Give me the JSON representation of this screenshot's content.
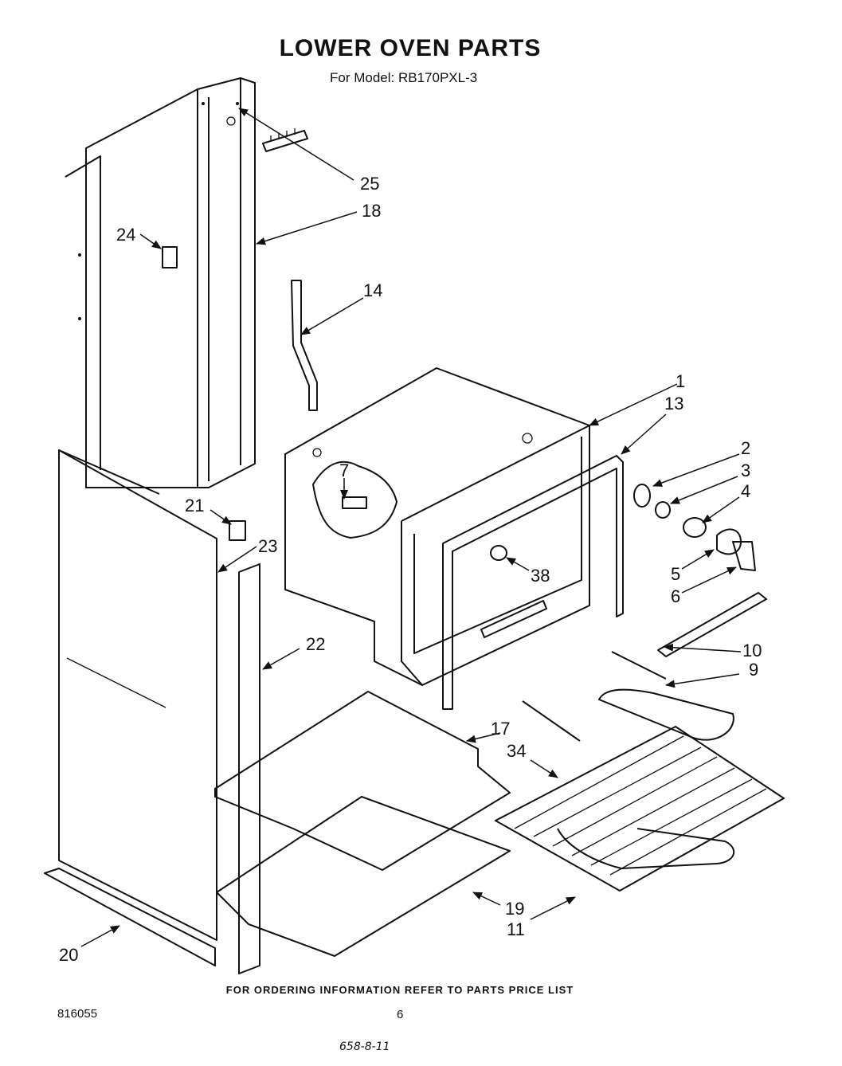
{
  "header": {
    "title": "LOWER OVEN PARTS",
    "model": "For Model: RB170PXL-3"
  },
  "callouts": [
    "25",
    "18",
    "24",
    "14",
    "1",
    "13",
    "2",
    "3",
    "4",
    "7",
    "21",
    "23",
    "38",
    "5",
    "6",
    "22",
    "10",
    "9",
    "17",
    "34",
    "19",
    "11",
    "20"
  ],
  "footer": {
    "ordering_note": "FOR ORDERING INFORMATION REFER TO PARTS PRICE LIST",
    "document_number": "816055",
    "page_number": "6",
    "handwritten_note": "658-8-11"
  }
}
